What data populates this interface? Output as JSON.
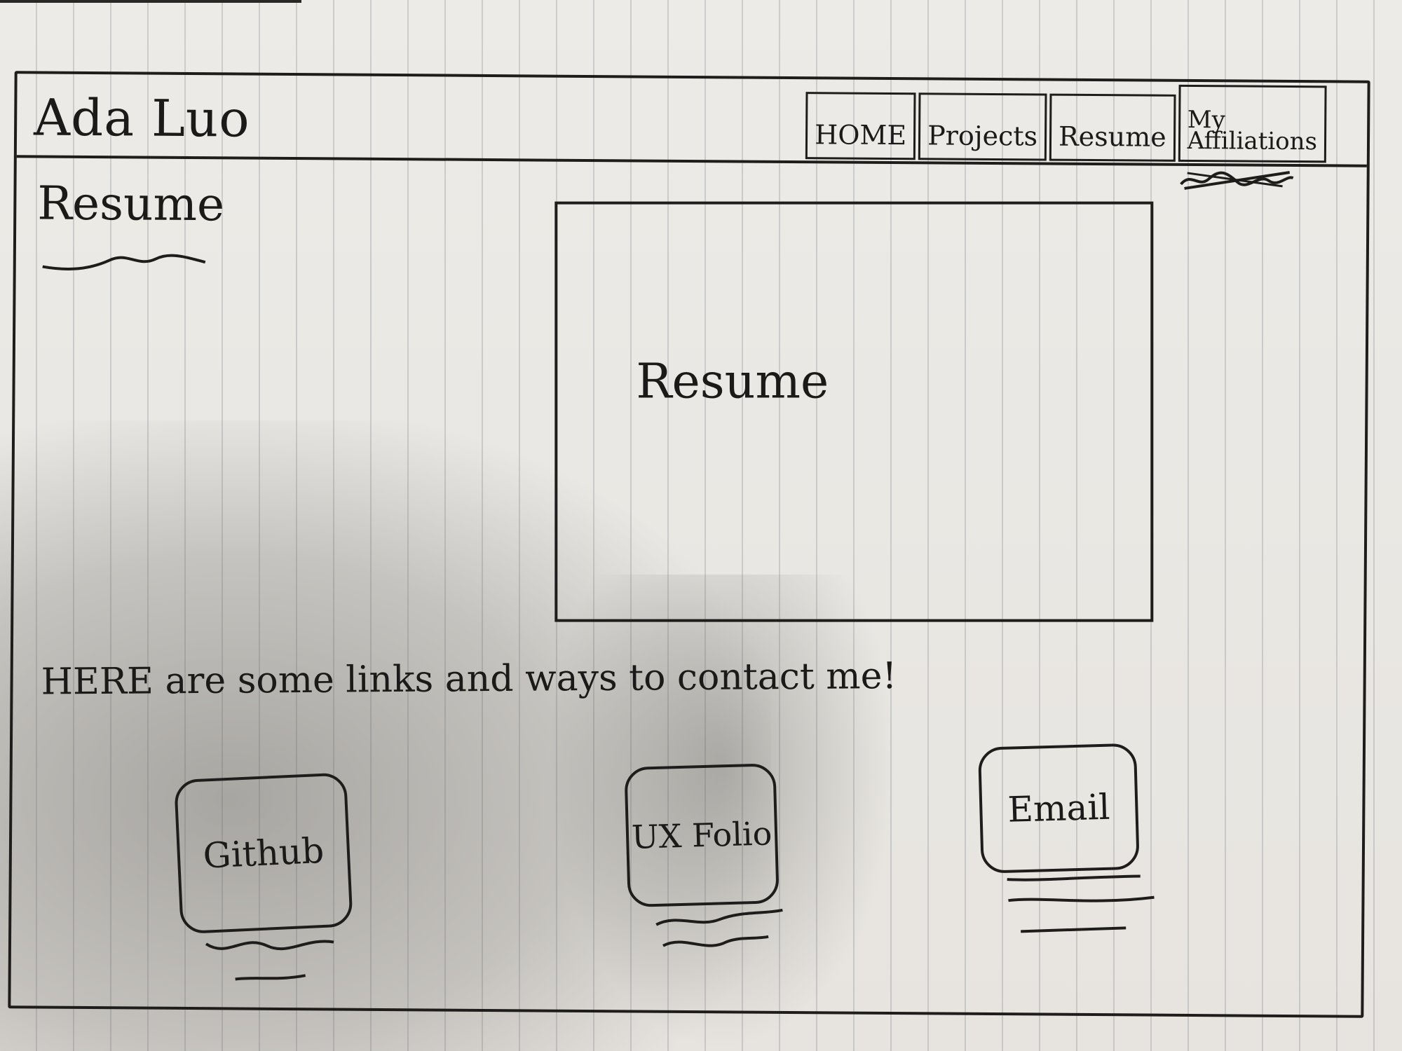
{
  "header": {
    "site_name": "Ada Luo",
    "nav": [
      {
        "label": "HOME"
      },
      {
        "label": "Projects"
      },
      {
        "label": "Resume"
      },
      {
        "label_line1": "My",
        "label_line2": "Affiliations"
      }
    ]
  },
  "main": {
    "page_title": "Resume",
    "resume_placeholder": "Resume",
    "contact_text": "HERE are some links and ways to contact me!",
    "links": [
      {
        "label": "Github"
      },
      {
        "label": "UX Folio"
      },
      {
        "label": "Email"
      }
    ]
  },
  "colors": {
    "ink": "#1f1d1b",
    "paper": "#e9e6e1",
    "rule_line": "#787d87"
  }
}
